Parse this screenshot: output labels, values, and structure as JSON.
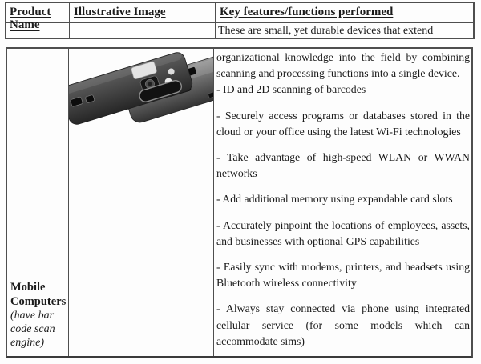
{
  "header_table": {
    "columns": [
      "Product Name",
      "Illustrative Image",
      "Key features/functions performed"
    ],
    "intro_row": "These are small, yet durable devices that extend"
  },
  "product": {
    "name": "Mobile Computers",
    "note": "(have bar code scan engine)",
    "image": "two-handheld-mobile-computers-back-view"
  },
  "features": {
    "intro": "organizational knowledge into the field by combining scanning and processing functions into a single device.",
    "items": [
      "- ID and 2D scanning of barcodes",
      "- Securely access programs or databases stored in the cloud or your office using the latest Wi-Fi technologies",
      "- Take advantage of high-speed WLAN or WWAN networks",
      "- Add additional memory using expandable card slots",
      "- Accurately pinpoint the locations of employees, assets, and businesses with optional GPS capabilities",
      "- Easily sync with modems, printers, and headsets using Bluetooth wireless connectivity",
      "- Always stay connected via phone using integrated cellular service (for some models which can accommodate sims)"
    ]
  },
  "colors": {
    "paper": "#fdfdfd",
    "ink": "#1b1b1b",
    "border": "#4e4e4e",
    "border_dark": "#3a3a3a",
    "device_light": "#969696",
    "device_dark": "#333333",
    "device_mid": "#5f5f5f",
    "device_darker": "#262626"
  }
}
